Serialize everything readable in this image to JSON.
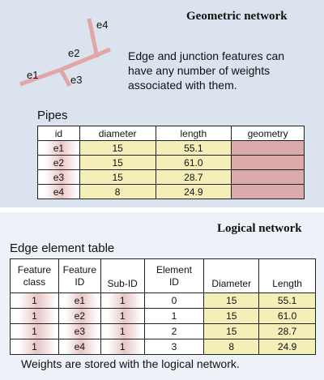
{
  "geometric": {
    "title": "Geometric network",
    "description": [
      "Edge and junction features can",
      "have any number of weights",
      "associated with them."
    ],
    "diagram_labels": {
      "e1": "e1",
      "e2": "e2",
      "e3": "e3",
      "e4": "e4"
    },
    "colors": {
      "line": "#e3a6a6",
      "panel": "#dbe3ef"
    }
  },
  "pipes": {
    "caption": "Pipes",
    "headers": [
      "id",
      "diameter",
      "length",
      "geometry"
    ],
    "rows": [
      {
        "id": "e1",
        "diameter": "15",
        "length": "55.1",
        "geometry": ""
      },
      {
        "id": "e2",
        "diameter": "15",
        "length": "61.0",
        "geometry": ""
      },
      {
        "id": "e3",
        "diameter": "15",
        "length": "28.7",
        "geometry": ""
      },
      {
        "id": "e4",
        "diameter": "8",
        "length": "24.9",
        "geometry": ""
      }
    ]
  },
  "logical": {
    "title": "Logical network",
    "caption": "Edge element table",
    "headers": [
      [
        "Feature",
        "class"
      ],
      [
        "Feature",
        "ID"
      ],
      [
        "Sub-ID"
      ],
      [
        "Element",
        "ID"
      ],
      [
        "Diameter"
      ],
      [
        "Length"
      ]
    ],
    "rows": [
      {
        "feature_class": "1",
        "feature_id": "e1",
        "sub_id": "1",
        "element_id": "0",
        "diameter": "15",
        "length": "55.1"
      },
      {
        "feature_class": "1",
        "feature_id": "e2",
        "sub_id": "1",
        "element_id": "1",
        "diameter": "15",
        "length": "61.0"
      },
      {
        "feature_class": "1",
        "feature_id": "e3",
        "sub_id": "1",
        "element_id": "2",
        "diameter": "15",
        "length": "28.7"
      },
      {
        "feature_class": "1",
        "feature_id": "e4",
        "sub_id": "1",
        "element_id": "3",
        "diameter": "8",
        "length": "24.9"
      }
    ],
    "footer": "Weights are stored with the logical network."
  }
}
